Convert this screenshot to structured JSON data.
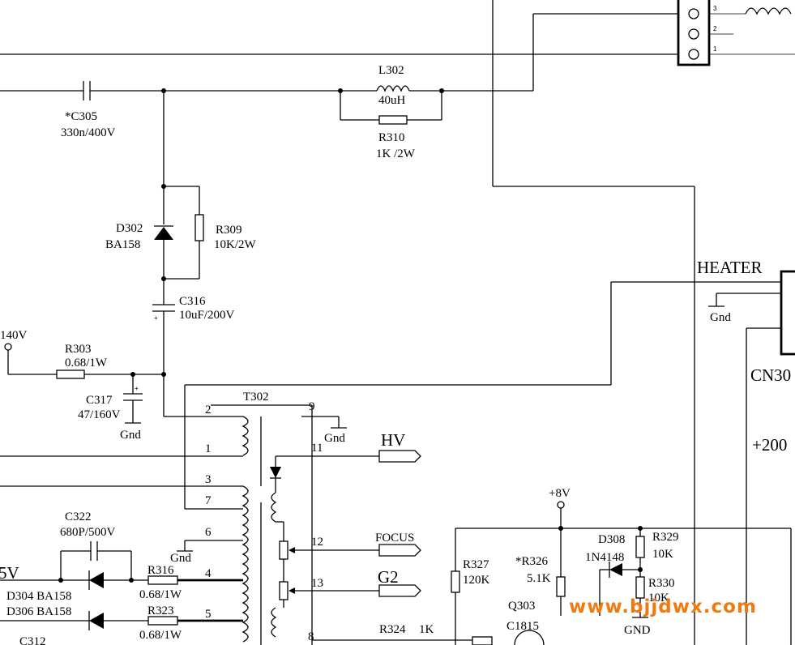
{
  "colors": {
    "ink": "#000000",
    "watermark": "#f07a10",
    "background": "#ffffff"
  },
  "connector_top": {
    "pins": [
      "3",
      "2",
      "1"
    ]
  },
  "labels": {
    "c305": "*C305",
    "c305_val": "330n/400V",
    "l302": "L302",
    "l302_val": "40uH",
    "r310": "R310",
    "r310_val": "1K /2W",
    "d302": "D302",
    "d302_val": "BA158",
    "r309": "R309",
    "r309_val": "10K/2W",
    "c316": "C316",
    "c316_val": "10uF/200V",
    "v140": "140V",
    "r303": "R303",
    "r303_val": "0.68/1W",
    "c317": "C317",
    "c317_val": "47/160V",
    "gnd": "Gnd",
    "t302": "T302",
    "heater": "HEATER",
    "cn30": "CN30",
    "v200": "+200",
    "hv": "HV",
    "focus": "FOCUS",
    "g2": "G2",
    "c322": "C322",
    "c322_val": "680P/500V",
    "v5": "5V",
    "d304": "D304 BA158",
    "d306": "D306 BA158",
    "r316": "R316",
    "r316_val": "0.68/1W",
    "r323": "R323",
    "r323_val": "0.68/1W",
    "c312": "C312",
    "r324": "R324",
    "r324_val": "1K",
    "r327": "R327",
    "r327_val": "120K",
    "r326": "*R326",
    "r326_val": "5.1K",
    "v8": "+8V",
    "q303": "Q303",
    "q303_val": "C1815",
    "d308": "D308",
    "d308_val": "1N4148",
    "r329": "R329",
    "r329_val": "10K",
    "r330": "R330",
    "r330_val": "10K",
    "gnd_caps": "GND",
    "watermark": "www.bjjdwx.com"
  },
  "transformer_pins": [
    "2",
    "1",
    "3",
    "7",
    "6",
    "4",
    "5",
    "9",
    "11",
    "12",
    "13",
    "8"
  ]
}
